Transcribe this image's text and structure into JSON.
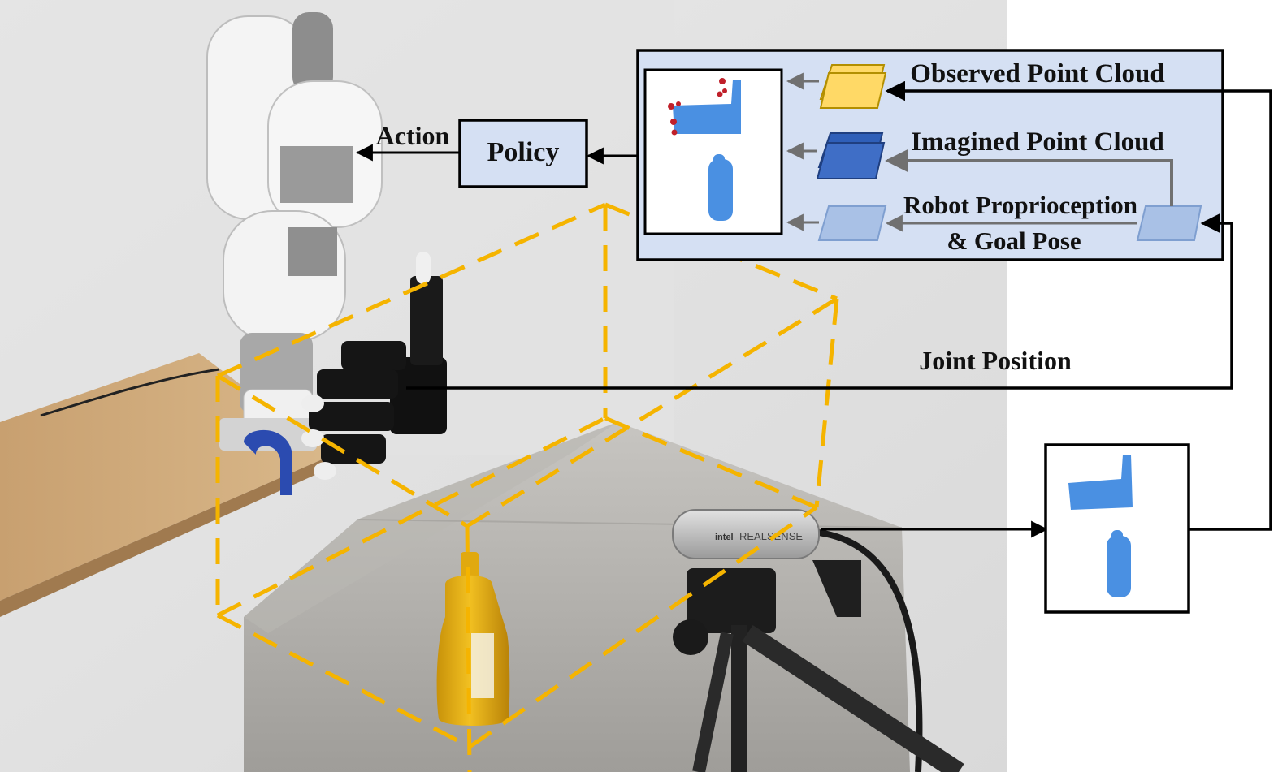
{
  "labels": {
    "action": "Action",
    "policy": "Policy",
    "observed_point_cloud": "Observed Point Cloud",
    "imagined_point_cloud": "Imagined Point Cloud",
    "robot_proprioception": "Robot Proprioception",
    "goal_pose": "& Goal Pose",
    "joint_position": "Joint Position"
  },
  "camera": {
    "brand_text": "REALSENSE",
    "logo_text": "intel"
  },
  "colors": {
    "observation_panel_bg": "#d5e0f3",
    "observed_layer": "#ffd966",
    "imagined_layer": "#3f6ec6",
    "proprio_layer": "#a9c1e6",
    "point_cloud_blue": "#4a90e2",
    "point_cloud_red": "#c0202a",
    "workspace_dash": "#f5b400",
    "arrow_gray": "#707070"
  }
}
